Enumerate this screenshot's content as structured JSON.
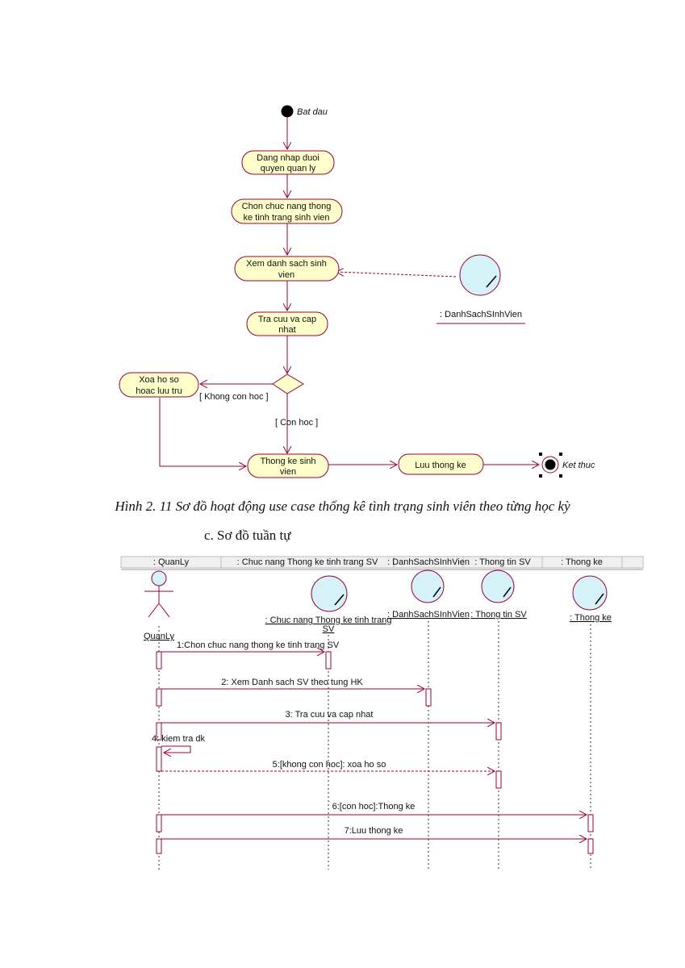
{
  "activity": {
    "start_label": "Bat dau",
    "end_label": "Ket thuc",
    "object_label": ": DanhSachSInhVien",
    "actions": [
      {
        "line1": "Dang nhap duoi",
        "line2": "quyen quan ly"
      },
      {
        "line1": "Chon chuc nang thong",
        "line2": "ke tinh trang sinh vien"
      },
      {
        "line1": "Xem danh sach sinh",
        "line2": "vien"
      },
      {
        "line1": "Tra cuu va cap",
        "line2": "nhat"
      },
      {
        "line1": "Xoa ho so",
        "line2": "hoac luu tru"
      },
      {
        "line1": "Thong ke sinh",
        "line2": "vien"
      },
      {
        "line1": "Luu thong ke",
        "line2": ""
      }
    ],
    "guards": {
      "left": "[ Khong con hoc ]",
      "down": "[ Con hoc ]"
    }
  },
  "caption": "Hình 2. 11 Sơ đồ hoạt động use case thống kê tình trạng sinh viên theo từng học kỳ",
  "subheading": "c.   Sơ đồ tuần tự",
  "sequence": {
    "header_titles": [
      ": QuanLy",
      ": Chuc nang Thong ke tinh trang SV",
      ": DanhSachSInhVien",
      ": Thong tin SV",
      ": Thong ke"
    ],
    "participants": [
      {
        "label": "QuanLy",
        "label2": ""
      },
      {
        "label": ": Chuc nang Thong ke tinh trang",
        "label2": "SV"
      },
      {
        "label": ": DanhSachSInhVien",
        "label2": ""
      },
      {
        "label": ": Thong tin SV",
        "label2": ""
      },
      {
        "label": ": Thong ke",
        "label2": ""
      }
    ],
    "messages": [
      {
        "text": "1:Chon chuc nang thong ke tinh trang SV",
        "from": 0,
        "to": 1,
        "style": "solid"
      },
      {
        "text": "2: Xem Danh sach SV theo tung HK",
        "from": 0,
        "to": 2,
        "style": "solid"
      },
      {
        "text": "3: Tra cuu va cap nhat",
        "from": 0,
        "to": 3,
        "style": "solid"
      },
      {
        "text": "4: kiem tra dk",
        "from": 0,
        "to": 0,
        "style": "self"
      },
      {
        "text": "5:[khong con hoc]: xoa ho so",
        "from": 0,
        "to": 3,
        "style": "dashed"
      },
      {
        "text": "6:[con hoc]:Thong ke",
        "from": 0,
        "to": 4,
        "style": "solid"
      },
      {
        "text": "7:Luu thong ke",
        "from": 0,
        "to": 4,
        "style": "solid"
      }
    ]
  },
  "colors": {
    "node_fill": "#ffffcc",
    "line": "#990033",
    "entity_fill": "#d4f2f8",
    "header_bg": "#f0f0f0"
  }
}
